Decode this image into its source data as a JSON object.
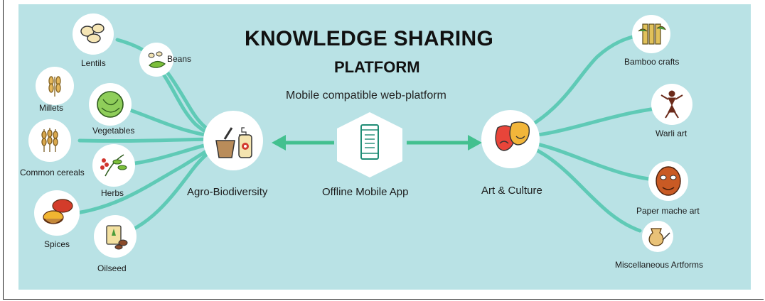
{
  "title_line1": "KNOWLEDGE SHARING",
  "title_line2": "PLATFORM",
  "subtitle": "Mobile compatible web-platform",
  "hubs": {
    "agro": "Agro-Biodiversity",
    "app": "Offline Mobile App",
    "art": "Art & Culture"
  },
  "left_items": {
    "lentils": "Lentils",
    "beans": "Beans",
    "millets": "Millets",
    "vegetables": "Vegetables",
    "common_cereals": "Common cereals",
    "herbs": "Herbs",
    "spices": "Spices",
    "oilseed": "Oilseed"
  },
  "right_items": {
    "bamboo": "Bamboo crafts",
    "warli": "Warli art",
    "paper_mache": "Paper mache art",
    "misc": "Miscellaneous Artforms"
  },
  "colors": {
    "background": "#b9e2e5",
    "connector": "#5fcab6",
    "arrow": "#43c08f",
    "node_fill": "#ffffff"
  }
}
